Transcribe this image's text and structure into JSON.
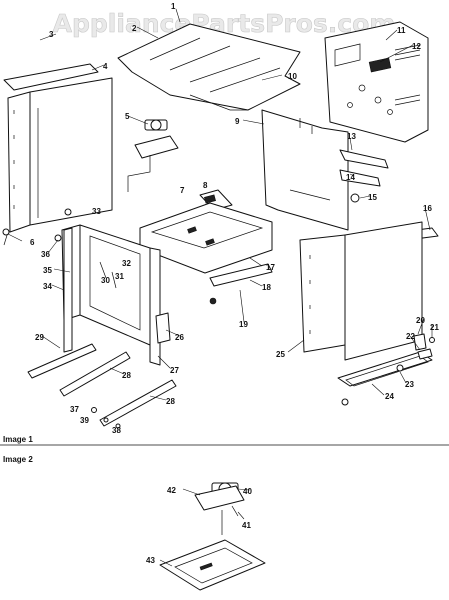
{
  "watermark": "AppliancePartsPros.com",
  "sections": [
    {
      "label": "Image 1"
    },
    {
      "label": "Image 2"
    }
  ],
  "callouts": [
    "1",
    "2",
    "3",
    "4",
    "5",
    "6",
    "7",
    "8",
    "9",
    "10",
    "11",
    "12",
    "13",
    "14",
    "15",
    "16",
    "17",
    "18",
    "19",
    "20",
    "21",
    "22",
    "23",
    "24",
    "25",
    "26",
    "27",
    "28",
    "28",
    "29",
    "30",
    "31",
    "32",
    "33",
    "34",
    "35",
    "36",
    "37",
    "38",
    "39",
    "40",
    "41",
    "42",
    "43"
  ]
}
